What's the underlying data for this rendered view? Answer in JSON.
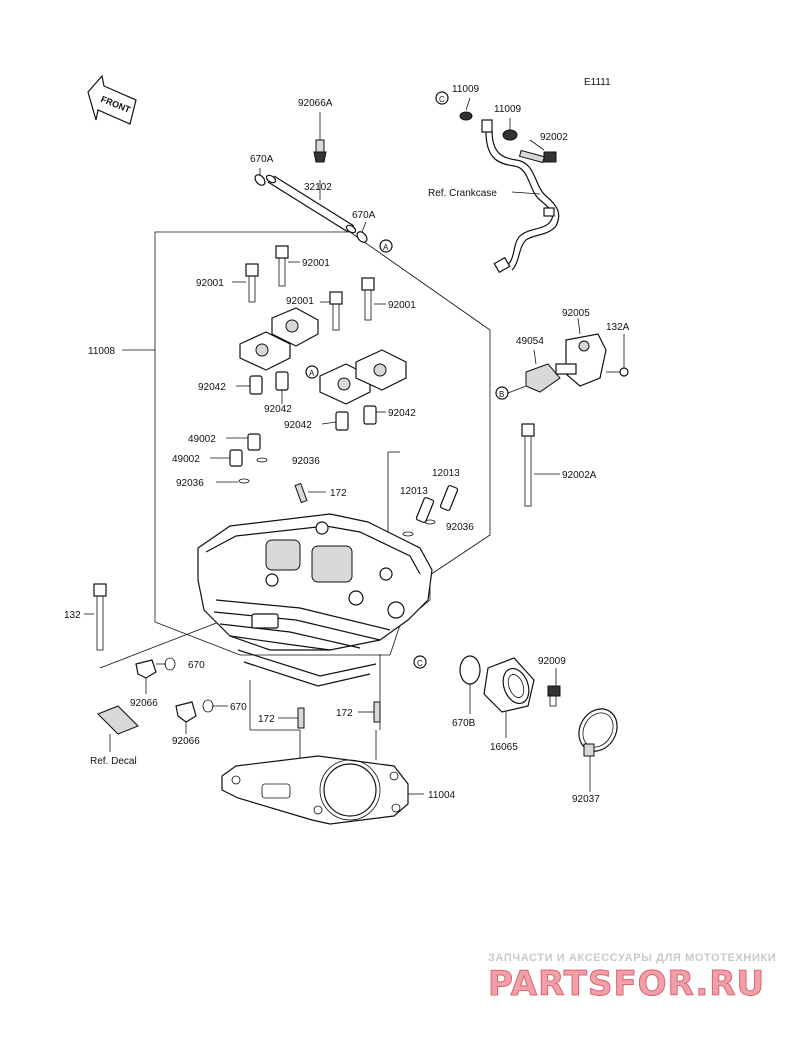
{
  "diagram_code": "E1111",
  "front_label": "FRONT",
  "ref_crankcase": "Ref. Crankcase",
  "ref_decal": "Ref. Decal",
  "callouts": {
    "a": "A",
    "b": "B",
    "c": "C"
  },
  "parts": {
    "p92066A": "92066A",
    "p670A_1": "670A",
    "p32102": "32102",
    "p670A_2": "670A",
    "p11009_1": "11009",
    "p11009_2": "11009",
    "p92002": "92002",
    "p92001_1": "92001",
    "p92001_2": "92001",
    "p92001_3": "92001",
    "p92001_4": "92001",
    "p11008": "11008",
    "p92042_1": "92042",
    "p92042_2": "92042",
    "p92042_3": "92042",
    "p92042_4": "92042",
    "p49054": "49054",
    "p92005": "92005",
    "p132A": "132A",
    "p49002_1": "49002",
    "p49002_2": "49002",
    "p92036_1": "92036",
    "p92036_2": "92036",
    "p92036_3": "92036",
    "p172_1": "172",
    "p172_2": "172",
    "p172_3": "172",
    "p12013_1": "12013",
    "p12013_2": "12013",
    "p92002A": "92002A",
    "p132": "132",
    "p670_1": "670",
    "p670_2": "670",
    "p92066_1": "92066",
    "p92066_2": "92066",
    "p670B": "670B",
    "p16065": "16065",
    "p92009": "92009",
    "p92037": "92037",
    "p11004": "11004"
  },
  "watermark": {
    "tagline": "ЗАПЧАСТИ И АКСЕССУАРЫ ДЛЯ МОТОТЕХНИКИ",
    "logo": "PARTSFOR.RU"
  }
}
